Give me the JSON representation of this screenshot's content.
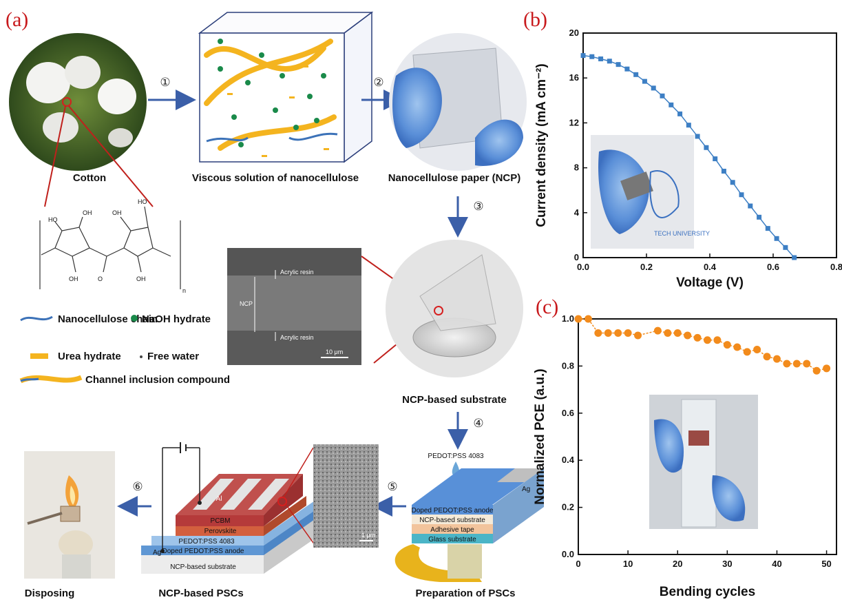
{
  "panel_labels": {
    "a": "(a)",
    "b": "(b)",
    "c": "(c)"
  },
  "step_markers": [
    "①",
    "②",
    "③",
    "④",
    "⑤",
    "⑥"
  ],
  "process": {
    "cotton": "Cotton",
    "solution": "Viscous solution of nanocellulose",
    "paper": "Nanocellulose paper (NCP)",
    "substrate": "NCP-based substrate",
    "preparation": "Preparation of PSCs",
    "pscs": "NCP-based PSCs",
    "disposing": "Disposing"
  },
  "legend": {
    "chain": "Nanocellulose chain",
    "naoh": "NaOH hydrate",
    "urea": "Urea hydrate",
    "water": "Free water",
    "inclusion": "Channel inclusion compound"
  },
  "molecule": {
    "oh": "OH",
    "ho": "HO",
    "o": "O",
    "n": "n"
  },
  "sem": {
    "acrylic_top": "Acrylic resin",
    "acrylic_bottom": "Acrylic resin",
    "ncp": "NCP",
    "scale": "10 μm",
    "scale2": "1 μm"
  },
  "prep_stack": {
    "drop_label": "PEDOT:PSS 4083",
    "ag": "Ag",
    "layers": [
      "Doped PEDOT:PSS anode",
      "NCP-based substrate",
      "Adhesive tape",
      "Glass substrate"
    ]
  },
  "device_stack": {
    "al": "Al",
    "ag": "Ag",
    "layers": [
      "PCBM",
      "Perovskite",
      "PEDOT:PSS 4083",
      "Doped PEDOT:PSS anode",
      "NCP-based substrate"
    ]
  },
  "photo_text": {
    "tech_univ": "TECH UNIVERSITY"
  },
  "colors": {
    "panel_label": "#c8191c",
    "series_b": "#3d7fc4",
    "series_c": "#f28b1c",
    "arrow": "#3b5fa8"
  },
  "chart_data": [
    {
      "type": "line",
      "panel": "(b)",
      "xlabel": "Voltage (V)",
      "ylabel": "Current density (mA cm⁻²)",
      "xlim": [
        0.0,
        0.8
      ],
      "ylim": [
        0,
        20
      ],
      "xticks": [
        "0.0",
        "0.2",
        "0.4",
        "0.6",
        "0.8"
      ],
      "yticks": [
        "0",
        "4",
        "8",
        "12",
        "16",
        "20"
      ],
      "series": [
        {
          "marker": "square",
          "color": "#3d7fc4",
          "x": [
            0.0,
            0.0278,
            0.0556,
            0.0833,
            0.1111,
            0.1389,
            0.1667,
            0.1944,
            0.2222,
            0.25,
            0.2778,
            0.3056,
            0.3333,
            0.3611,
            0.3889,
            0.4167,
            0.4444,
            0.4722,
            0.5,
            0.5278,
            0.5556,
            0.5833,
            0.6111,
            0.6389,
            0.6667
          ],
          "y": [
            18.0,
            17.9,
            17.7,
            17.5,
            17.2,
            16.8,
            16.3,
            15.7,
            15.1,
            14.4,
            13.6,
            12.8,
            11.8,
            10.8,
            9.8,
            8.8,
            7.7,
            6.7,
            5.6,
            4.6,
            3.6,
            2.6,
            1.7,
            0.9,
            0.0
          ]
        }
      ]
    },
    {
      "type": "line",
      "panel": "(c)",
      "xlabel": "Bending cycles",
      "ylabel": "Normalized PCE (a.u.)",
      "xlim": [
        0,
        52
      ],
      "ylim": [
        0.0,
        1.0
      ],
      "xticks": [
        "0",
        "10",
        "20",
        "30",
        "40",
        "50"
      ],
      "yticks": [
        "0.0",
        "0.2",
        "0.4",
        "0.6",
        "0.8",
        "1.0"
      ],
      "series": [
        {
          "marker": "circle",
          "color": "#f28b1c",
          "x": [
            0,
            2,
            4,
            6,
            8,
            10,
            12,
            16,
            18,
            20,
            22,
            24,
            26,
            28,
            30,
            32,
            34,
            36,
            38,
            40,
            42,
            44,
            46,
            48,
            50
          ],
          "y": [
            1.0,
            1.0,
            0.94,
            0.94,
            0.94,
            0.94,
            0.93,
            0.95,
            0.94,
            0.94,
            0.93,
            0.92,
            0.91,
            0.91,
            0.89,
            0.88,
            0.86,
            0.87,
            0.84,
            0.83,
            0.81,
            0.81,
            0.81,
            0.78,
            0.79
          ]
        }
      ]
    }
  ]
}
